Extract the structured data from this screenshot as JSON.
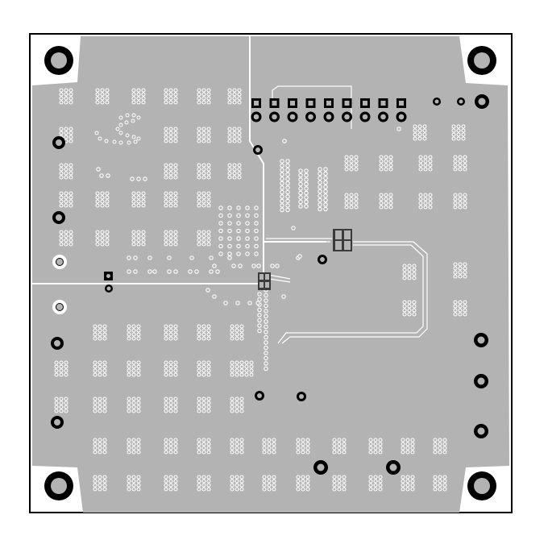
{
  "view": {
    "board": "pcb-layer-copper-pour",
    "colors": {
      "background": "#ffffff",
      "board_outline": "#000000",
      "copper": "#b3b3b3",
      "isolation": "#ffffff",
      "pad_ring": "#000000",
      "hole_fill": "#b3b3b3",
      "component_pad": "#3a3a3a"
    }
  },
  "elements": {
    "mounting_holes": [
      "mounting-hole-top-left",
      "mounting-hole-top-right",
      "mounting-hole-bottom-left",
      "mounting-hole-bottom-right"
    ],
    "header_pins": 9,
    "ic_components": [
      "ic-u1",
      "ic-u2"
    ]
  }
}
